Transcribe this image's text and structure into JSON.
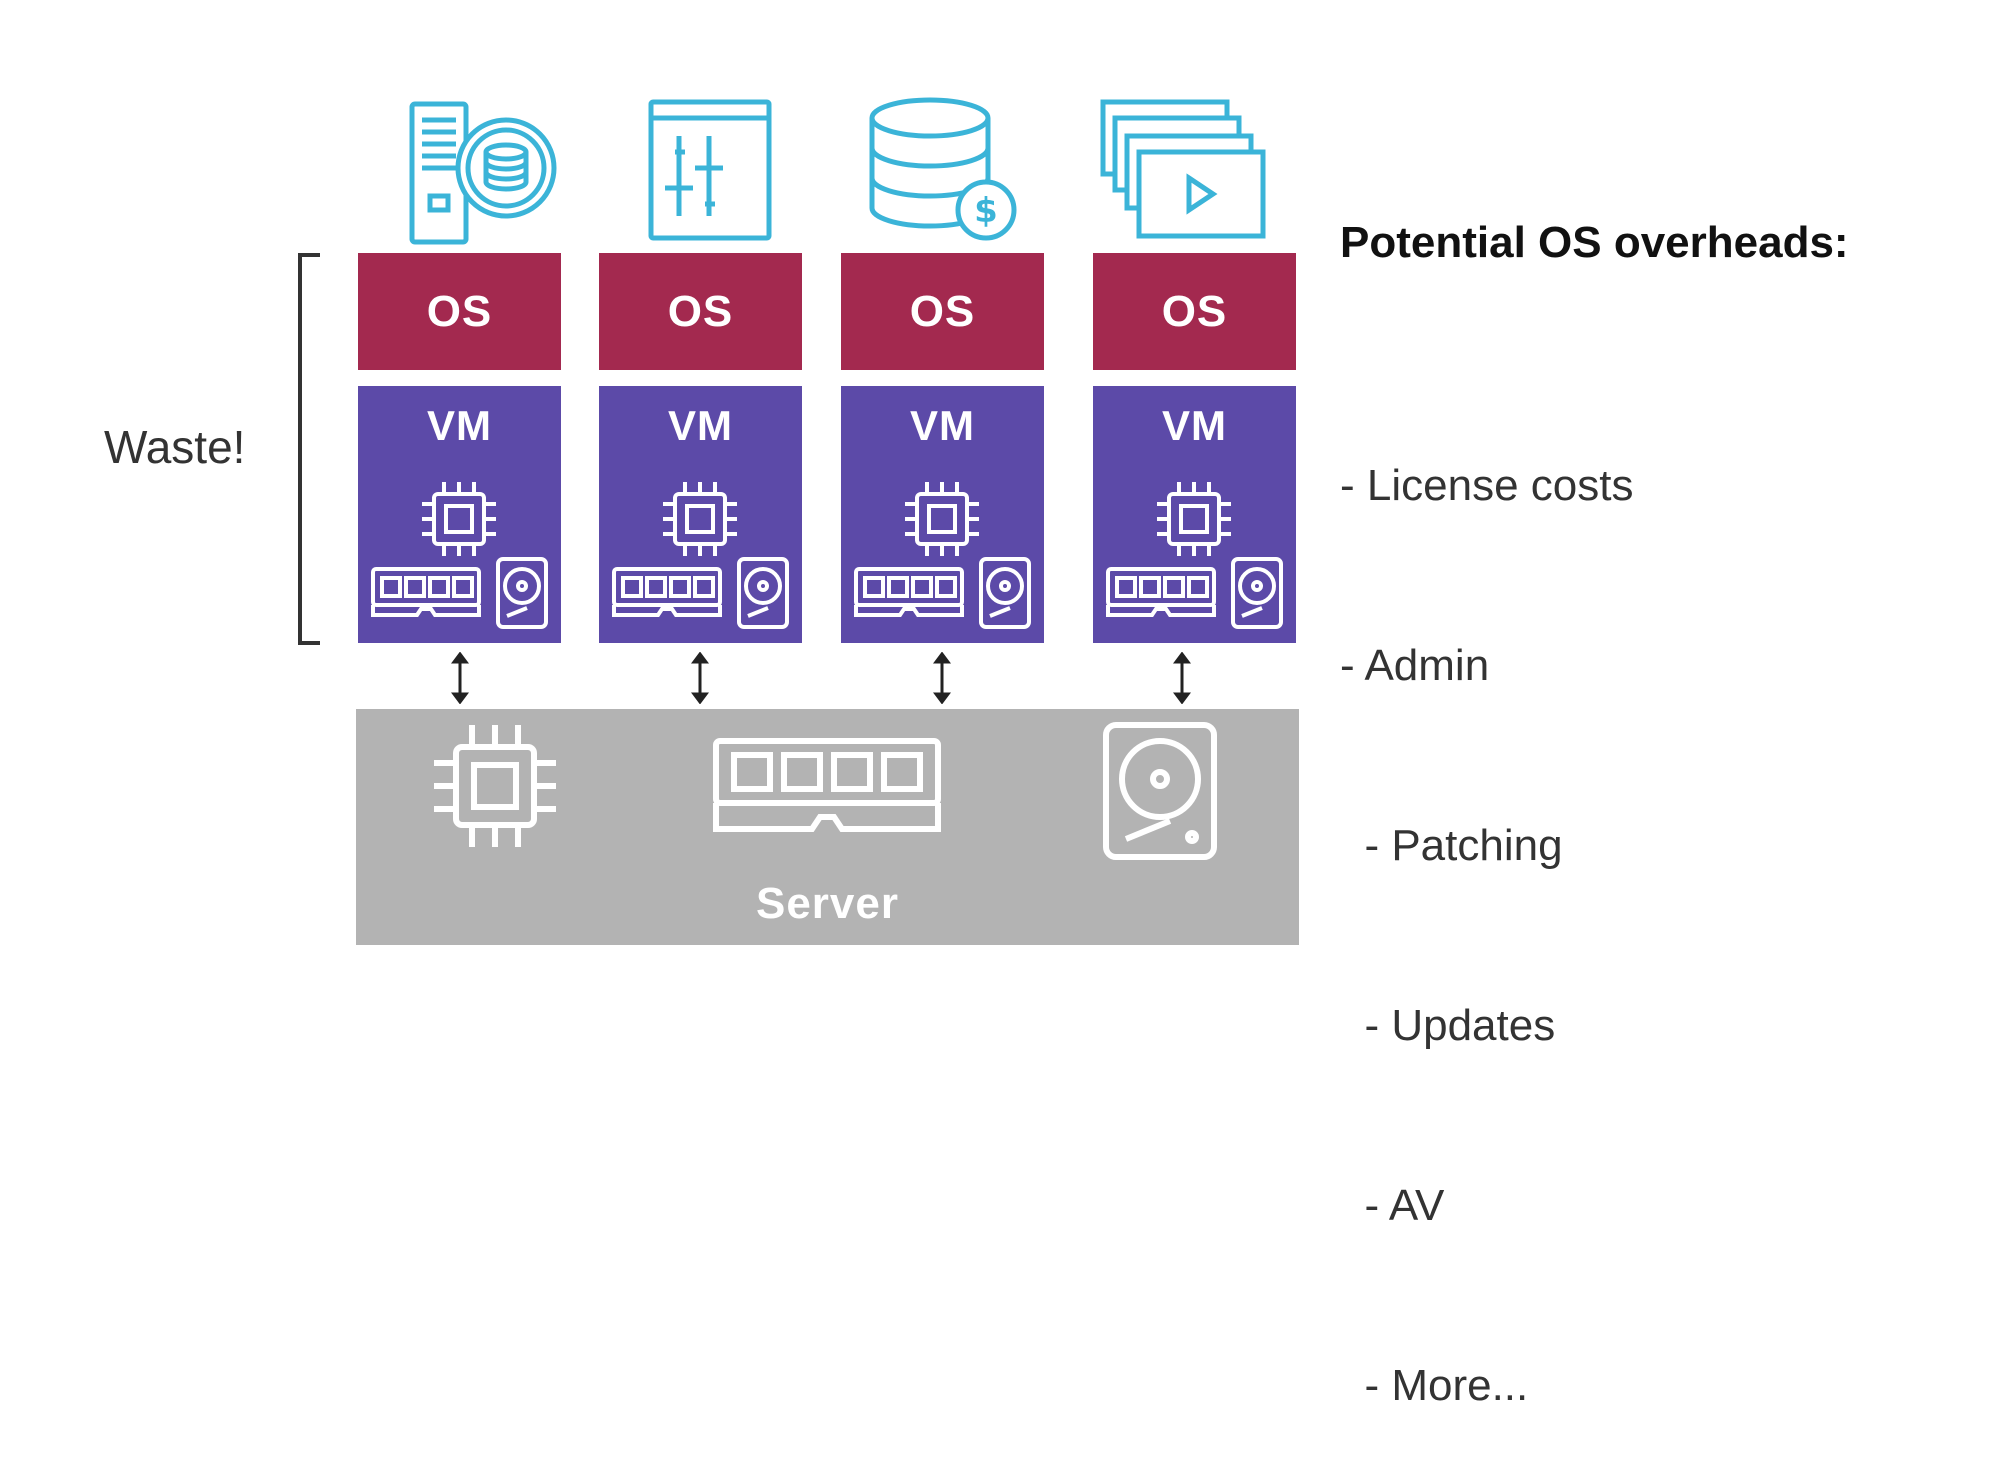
{
  "columns": [
    {
      "icon": "server-database-icon",
      "os_label": "OS",
      "vm_label": "VM"
    },
    {
      "icon": "document-chart-icon",
      "os_label": "OS",
      "vm_label": "VM"
    },
    {
      "icon": "database-dollar-icon",
      "os_label": "OS",
      "vm_label": "VM"
    },
    {
      "icon": "video-stack-icon",
      "os_label": "OS",
      "vm_label": "VM"
    }
  ],
  "waste_label": "Waste!",
  "server_label": "Server",
  "panel": {
    "title": "Potential OS overheads:",
    "items": [
      "- License costs",
      "- Admin",
      "  - Patching",
      "  - Updates",
      "  - AV",
      "  - More..."
    ]
  },
  "colors": {
    "os": "#a3294f",
    "vm": "#5c4aa8",
    "server": "#b3b3b3",
    "icon": "#3bb4d8"
  }
}
